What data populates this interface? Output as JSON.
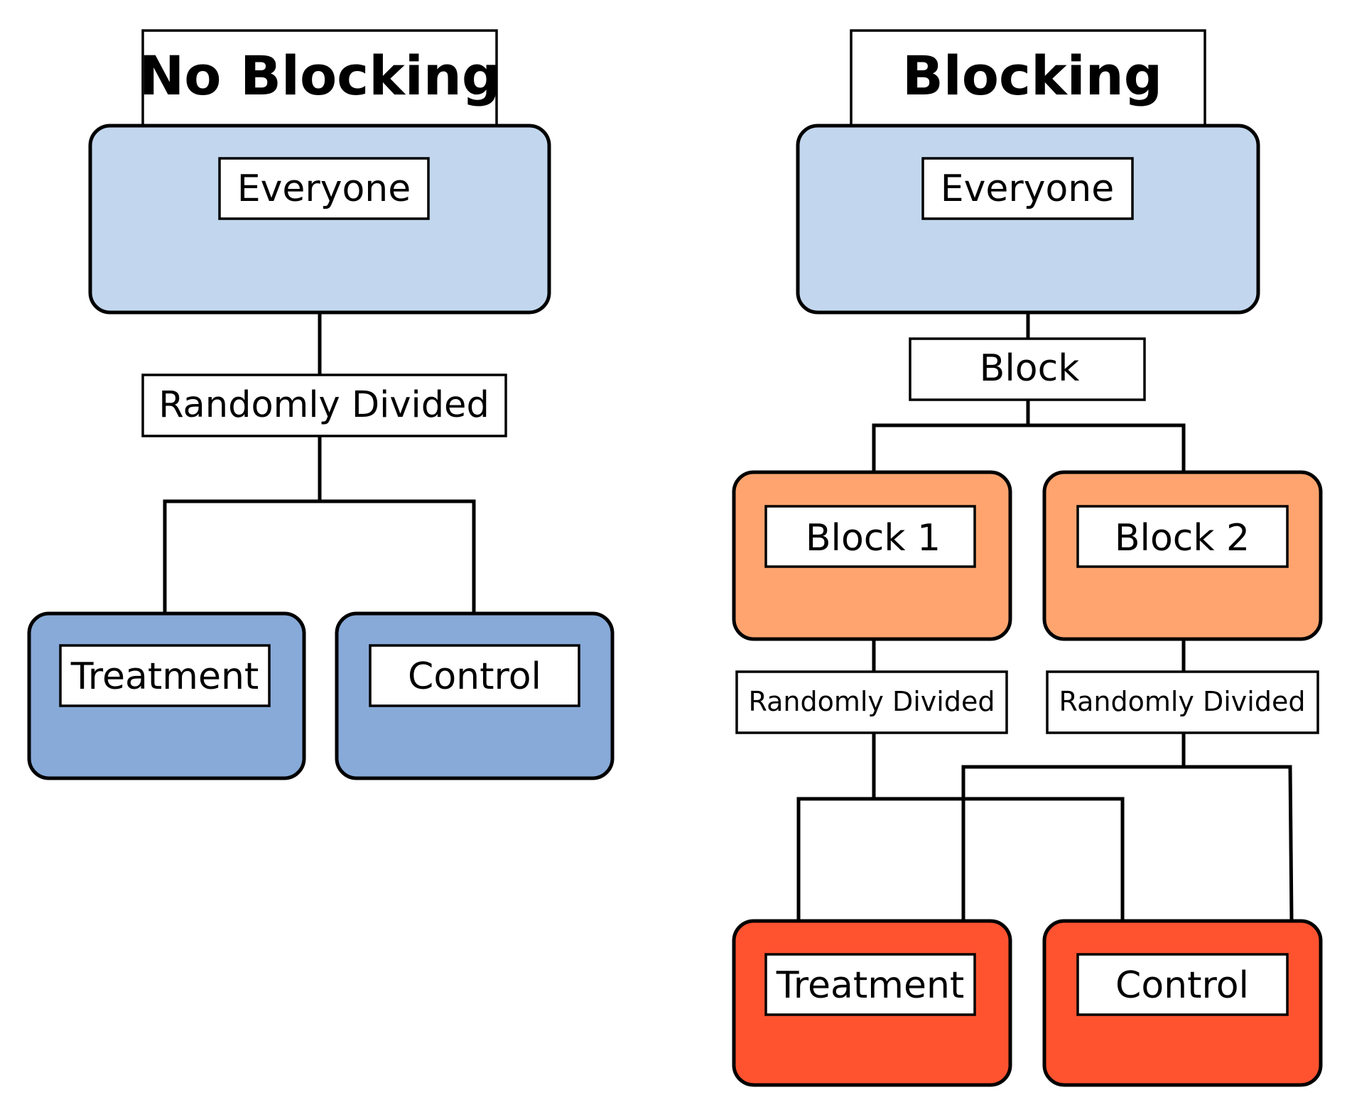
{
  "colors": {
    "population_fill": "#c2d7ee",
    "group_fill": "#87aad8",
    "block_fill": "#ffa46f",
    "outcome_fill": "#ff5330",
    "stroke": "#000000",
    "label_fill": "#ffffff"
  },
  "left_panel": {
    "title": "No Blocking",
    "everyone": "Everyone",
    "division": "Randomly Divided",
    "treatment": "Treatment",
    "control": "Control"
  },
  "right_panel": {
    "title": "Blocking",
    "everyone": "Everyone",
    "block": "Block",
    "block_1": "Block 1",
    "block_2": "Block 2",
    "division_1": "Randomly Divided",
    "division_2": "Randomly Divided",
    "treatment": "Treatment",
    "control": "Control"
  }
}
